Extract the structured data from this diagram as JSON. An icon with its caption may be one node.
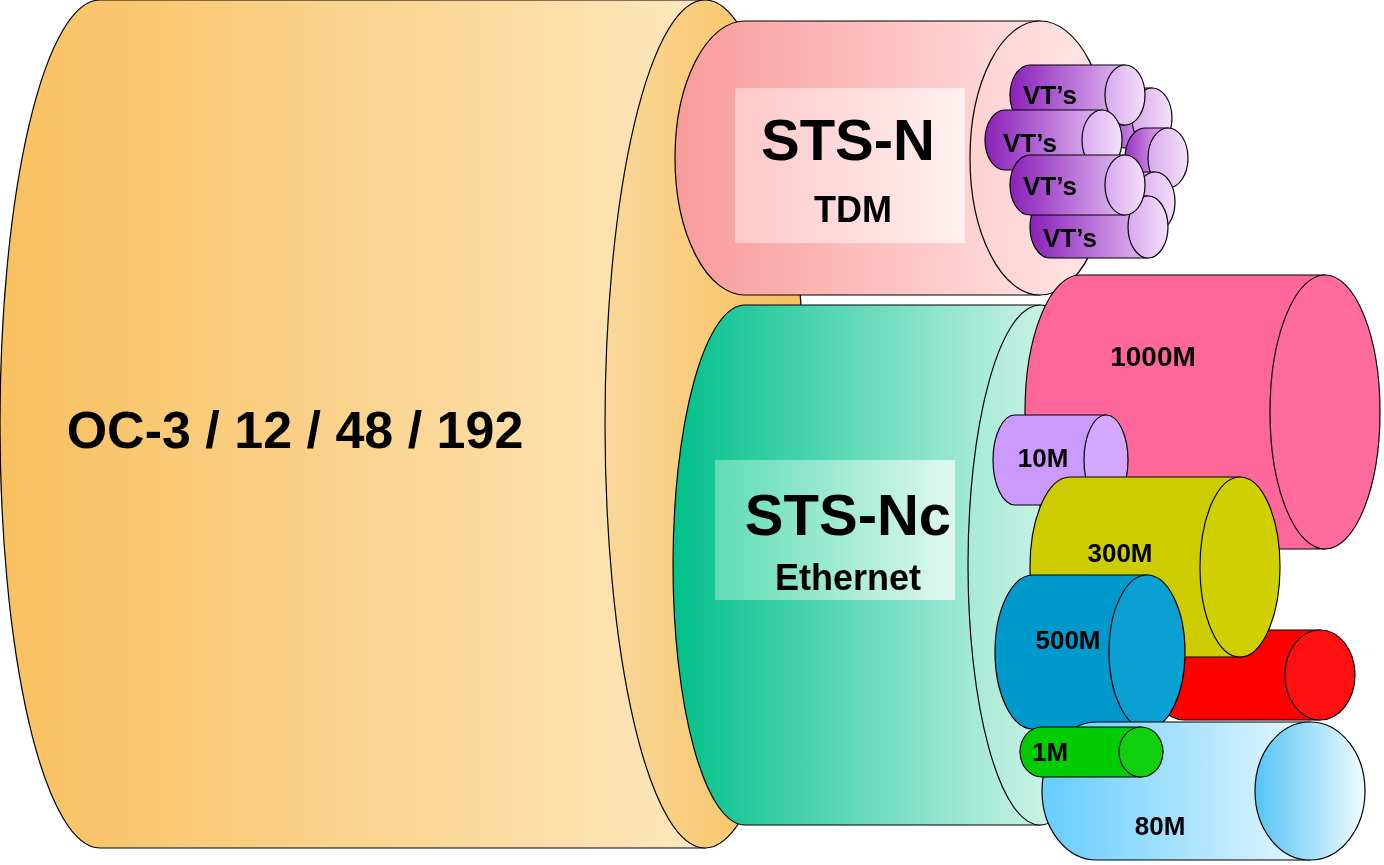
{
  "diagram": {
    "nodes": [
      {
        "text": [
          "OC-3 / 12 / 48 / 192"
        ]
      },
      {
        "text": [
          "STS-N",
          "TDM"
        ]
      },
      {
        "text": [],
        "shape": "cylinder"
      },
      {
        "text": [],
        "shape": "cylinder"
      },
      {
        "text": [],
        "shape": "cylinder"
      },
      {
        "text": [
          "VT’s"
        ]
      },
      {
        "text": [
          "VT’s"
        ]
      },
      {
        "text": [
          "VT’s"
        ]
      },
      {
        "text": [
          "VT’s"
        ]
      },
      {
        "text": [
          "STS-Nc",
          "Ethernet"
        ]
      },
      {
        "text": [
          "1000M"
        ]
      },
      {
        "text": [
          "10M"
        ]
      },
      {
        "text": [
          "300M"
        ]
      },
      {
        "text": [],
        "shape": "cylinder"
      },
      {
        "text": [
          "500M"
        ]
      },
      {
        "text": [
          "1M"
        ]
      },
      {
        "text": [
          "80M"
        ]
      }
    ],
    "edges": []
  }
}
